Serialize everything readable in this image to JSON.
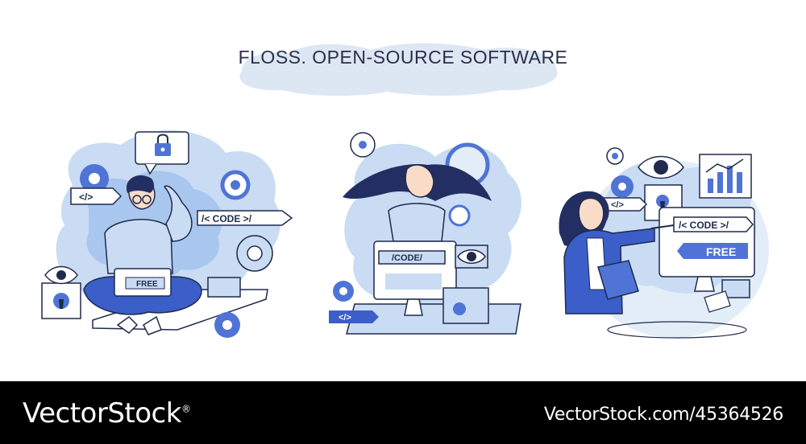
{
  "title": "FLOSS. OPEN-SOURCE SOFTWARE",
  "colors": {
    "blue": "#4f74d6",
    "light_blue": "#c9dcf3",
    "pale_blue": "#e3edf8",
    "navy": "#232f63",
    "outline": "#1f2a4d",
    "footer": "#000000"
  },
  "scene1": {
    "code_tag": "/< CODE >/",
    "brackets": "</>",
    "free_label": "FREE"
  },
  "scene2": {
    "code_tag": "/CODE/",
    "brackets": "</>"
  },
  "scene3": {
    "code_tag": "/< CODE >/",
    "brackets": "</>",
    "free_label": "FREE"
  },
  "watermark": {
    "brand": "VectorStock",
    "brand_mark": "®",
    "image_id": "VectorStock.com/45364526"
  }
}
